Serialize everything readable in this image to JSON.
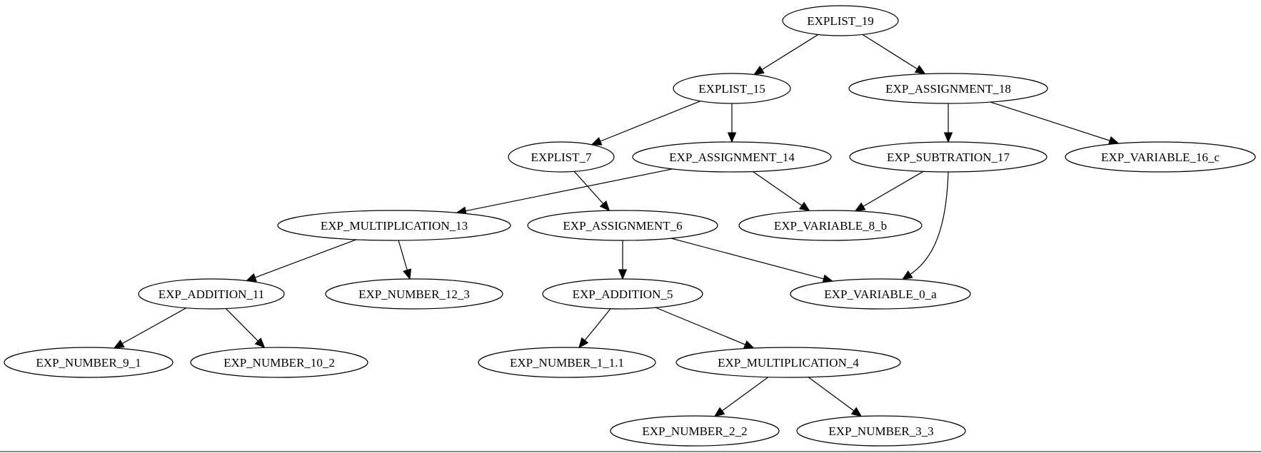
{
  "diagram": {
    "nodes": [
      {
        "id": "EXPLIST_19",
        "label": "EXPLIST_19"
      },
      {
        "id": "EXPLIST_15",
        "label": "EXPLIST_15"
      },
      {
        "id": "EXP_ASSIGNMENT_18",
        "label": "EXP_ASSIGNMENT_18"
      },
      {
        "id": "EXPLIST_7",
        "label": "EXPLIST_7"
      },
      {
        "id": "EXP_ASSIGNMENT_14",
        "label": "EXP_ASSIGNMENT_14"
      },
      {
        "id": "EXP_SUBTRATION_17",
        "label": "EXP_SUBTRATION_17"
      },
      {
        "id": "EXP_VARIABLE_16_c",
        "label": "EXP_VARIABLE_16_c"
      },
      {
        "id": "EXP_MULTIPLICATION_13",
        "label": "EXP_MULTIPLICATION_13"
      },
      {
        "id": "EXP_ASSIGNMENT_6",
        "label": "EXP_ASSIGNMENT_6"
      },
      {
        "id": "EXP_VARIABLE_8_b",
        "label": "EXP_VARIABLE_8_b"
      },
      {
        "id": "EXP_ADDITION_11",
        "label": "EXP_ADDITION_11"
      },
      {
        "id": "EXP_NUMBER_12_3",
        "label": "EXP_NUMBER_12_3"
      },
      {
        "id": "EXP_ADDITION_5",
        "label": "EXP_ADDITION_5"
      },
      {
        "id": "EXP_VARIABLE_0_a",
        "label": "EXP_VARIABLE_0_a"
      },
      {
        "id": "EXP_NUMBER_9_1",
        "label": "EXP_NUMBER_9_1"
      },
      {
        "id": "EXP_NUMBER_10_2",
        "label": "EXP_NUMBER_10_2"
      },
      {
        "id": "EXP_NUMBER_1_1.1",
        "label": "EXP_NUMBER_1_1.1"
      },
      {
        "id": "EXP_MULTIPLICATION_4",
        "label": "EXP_MULTIPLICATION_4"
      },
      {
        "id": "EXP_NUMBER_2_2",
        "label": "EXP_NUMBER_2_2"
      },
      {
        "id": "EXP_NUMBER_3_3",
        "label": "EXP_NUMBER_3_3"
      }
    ],
    "edges": [
      {
        "from": "EXPLIST_19",
        "to": "EXPLIST_15"
      },
      {
        "from": "EXPLIST_19",
        "to": "EXP_ASSIGNMENT_18"
      },
      {
        "from": "EXPLIST_15",
        "to": "EXPLIST_7"
      },
      {
        "from": "EXPLIST_15",
        "to": "EXP_ASSIGNMENT_14"
      },
      {
        "from": "EXP_ASSIGNMENT_18",
        "to": "EXP_SUBTRATION_17"
      },
      {
        "from": "EXP_ASSIGNMENT_18",
        "to": "EXP_VARIABLE_16_c"
      },
      {
        "from": "EXPLIST_7",
        "to": "EXP_ASSIGNMENT_6"
      },
      {
        "from": "EXP_ASSIGNMENT_14",
        "to": "EXP_MULTIPLICATION_13"
      },
      {
        "from": "EXP_ASSIGNMENT_14",
        "to": "EXP_VARIABLE_8_b"
      },
      {
        "from": "EXP_SUBTRATION_17",
        "to": "EXP_VARIABLE_8_b"
      },
      {
        "from": "EXP_SUBTRATION_17",
        "to": "EXP_VARIABLE_0_a"
      },
      {
        "from": "EXP_MULTIPLICATION_13",
        "to": "EXP_ADDITION_11"
      },
      {
        "from": "EXP_MULTIPLICATION_13",
        "to": "EXP_NUMBER_12_3"
      },
      {
        "from": "EXP_ASSIGNMENT_6",
        "to": "EXP_ADDITION_5"
      },
      {
        "from": "EXP_ASSIGNMENT_6",
        "to": "EXP_VARIABLE_0_a"
      },
      {
        "from": "EXP_ADDITION_11",
        "to": "EXP_NUMBER_9_1"
      },
      {
        "from": "EXP_ADDITION_11",
        "to": "EXP_NUMBER_10_2"
      },
      {
        "from": "EXP_ADDITION_5",
        "to": "EXP_NUMBER_1_1.1"
      },
      {
        "from": "EXP_ADDITION_5",
        "to": "EXP_MULTIPLICATION_4"
      },
      {
        "from": "EXP_MULTIPLICATION_4",
        "to": "EXP_NUMBER_2_2"
      },
      {
        "from": "EXP_MULTIPLICATION_4",
        "to": "EXP_NUMBER_3_3"
      }
    ]
  }
}
